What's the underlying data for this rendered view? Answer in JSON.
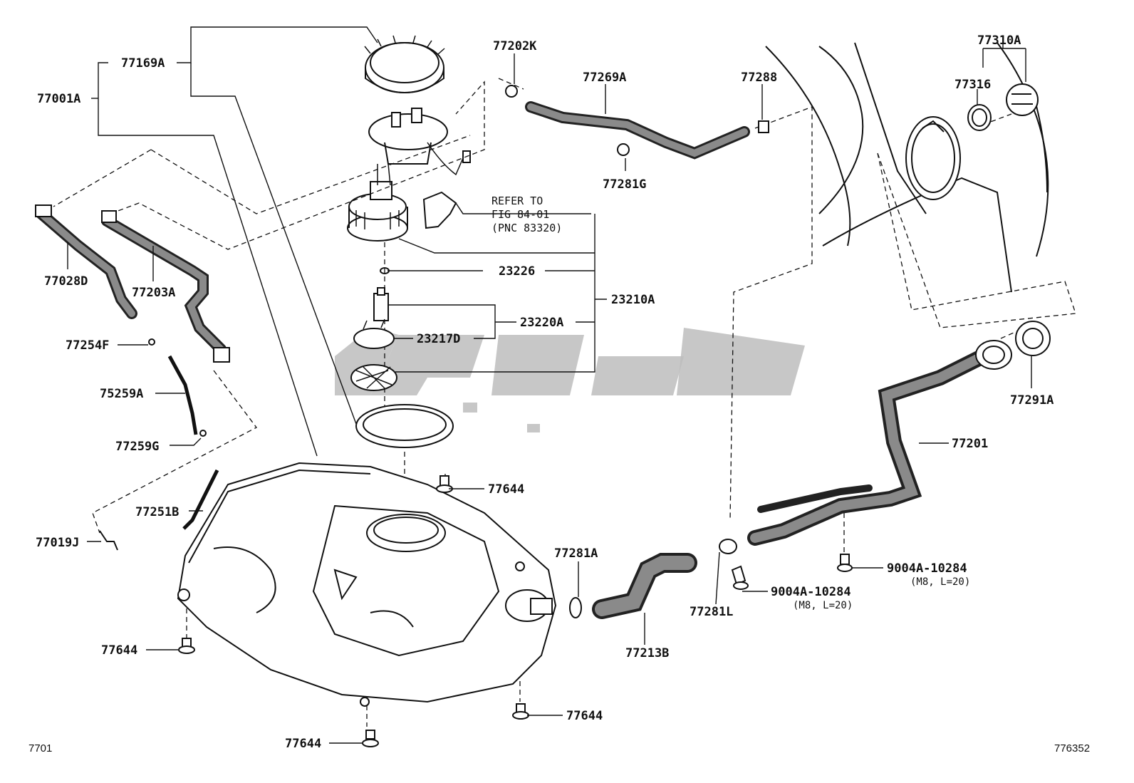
{
  "labels": {
    "l77169A": "77169A",
    "l77001A": "77001A",
    "l77202K": "77202K",
    "l77269A": "77269A",
    "l77288": "77288",
    "l77310A": "77310A",
    "l77316": "77316",
    "l77281G": "77281G",
    "l77028D": "77028D",
    "l77203A": "77203A",
    "l23226": "23226",
    "l23210A": "23210A",
    "l23220A": "23220A",
    "l23217D": "23217D",
    "l77254F": "77254F",
    "l75259A": "75259A",
    "l77259G": "77259G",
    "l77251B": "77251B",
    "l77019J": "77019J",
    "l77644a": "77644",
    "l77644b": "77644",
    "l77644c": "77644",
    "l77644d": "77644",
    "l77281A": "77281A",
    "l77213B": "77213B",
    "l77281L": "77281L",
    "l9004a": "9004A-10284",
    "l9004a_sub": "(M8, L=20)",
    "l9004b": "9004A-10284",
    "l9004b_sub": "(M8, L=20)",
    "l77201": "77201",
    "l77291A": "77291A"
  },
  "refer": {
    "line1": "REFER TO",
    "line2": "FIG 84-01",
    "line3": "(PNC 83320)"
  },
  "corners": {
    "bottom_left": "7701",
    "bottom_right": "776352"
  }
}
